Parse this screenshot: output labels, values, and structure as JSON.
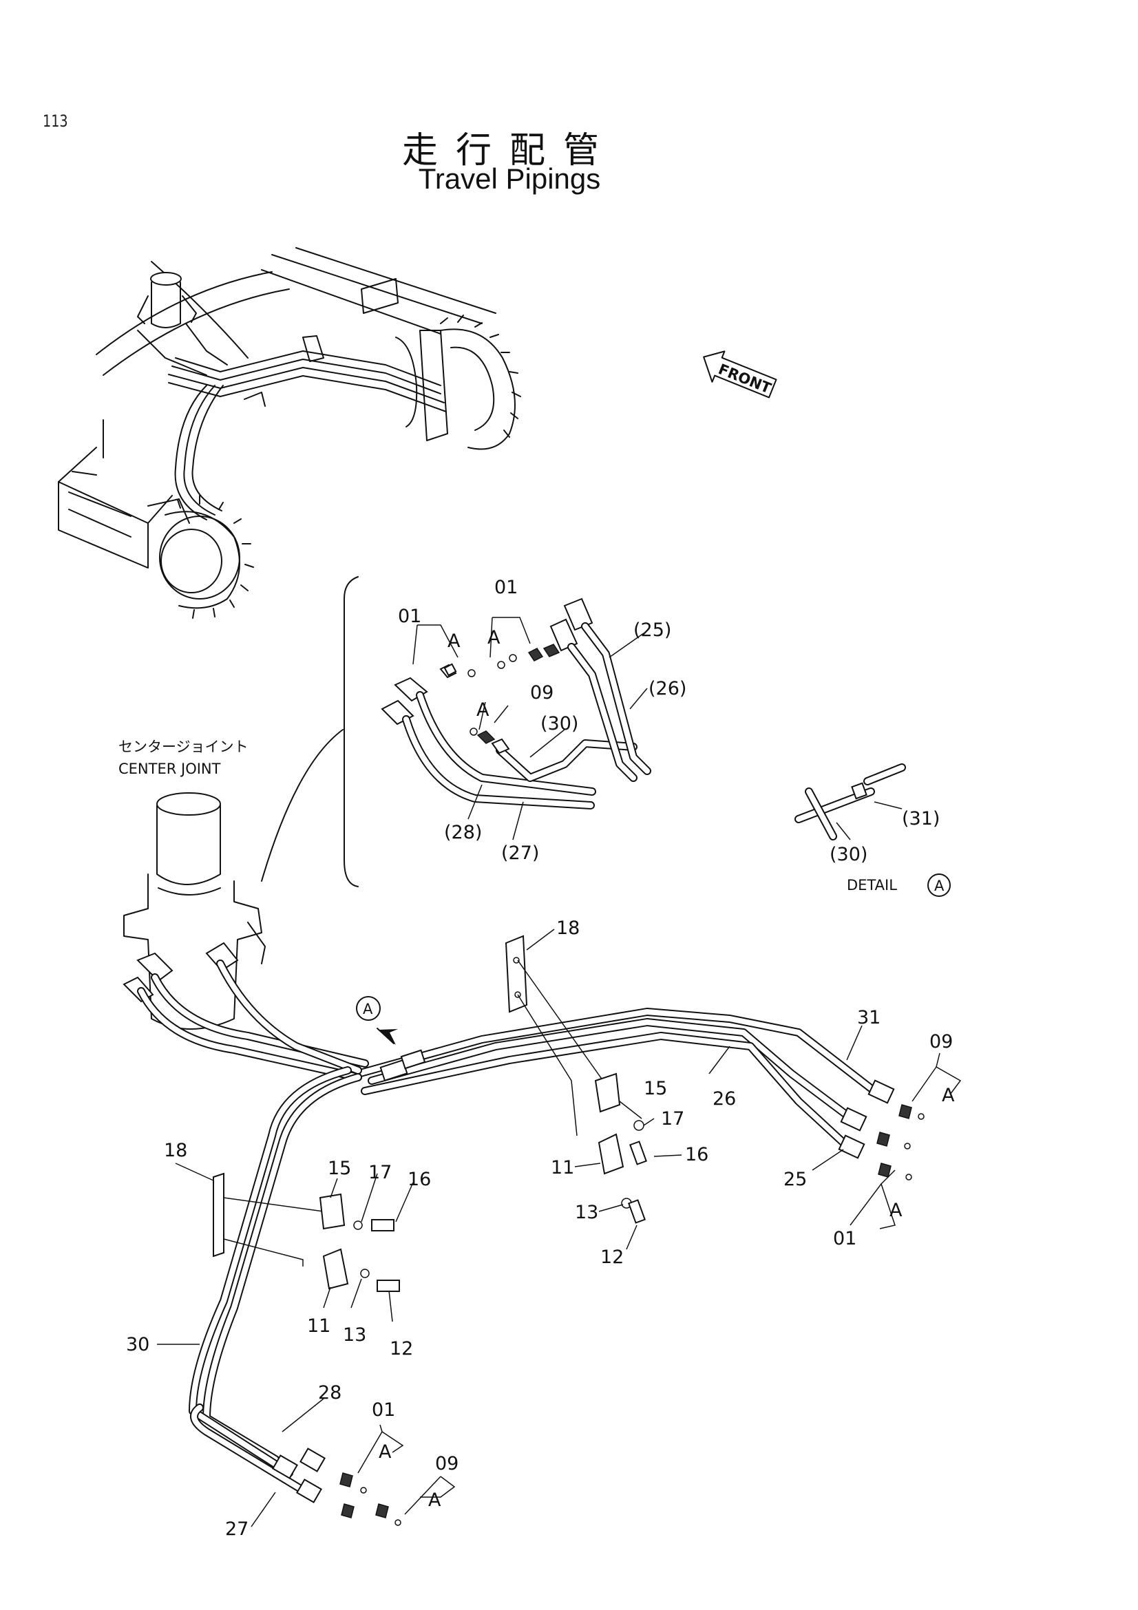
{
  "page_number": "113",
  "title": {
    "japanese": "走行配管",
    "english": "Travel Pipings"
  },
  "front_marker": "FRONT",
  "center_joint": {
    "japanese": "センタージョイント",
    "english": "CENTER JOINT"
  },
  "view_marker": "A",
  "detail_caption": {
    "text": "DETAIL",
    "letter": "A"
  },
  "detail_labels": [
    "01",
    "A",
    "01",
    "A",
    "09",
    "A",
    "(25)",
    "(26)",
    "(30)",
    "(28)",
    "(27)",
    "(31)",
    "(30)"
  ],
  "callouts": {
    "c18a": "18",
    "c31": "31",
    "c09a": "09",
    "cAa": "A",
    "c15a": "15",
    "c17a": "17",
    "c26": "26",
    "c16a": "16",
    "c11a": "11",
    "c13a": "13",
    "c12a": "12",
    "c25": "25",
    "cAb": "A",
    "c01a": "01",
    "c18b": "18",
    "c15b": "15",
    "c17b": "17",
    "c16b": "16",
    "c11b": "11",
    "c13b": "13",
    "c12b": "12",
    "c30": "30",
    "c28": "28",
    "c01b": "01",
    "cAc": "A",
    "c09b": "09",
    "cAd": "A",
    "c27": "27"
  }
}
